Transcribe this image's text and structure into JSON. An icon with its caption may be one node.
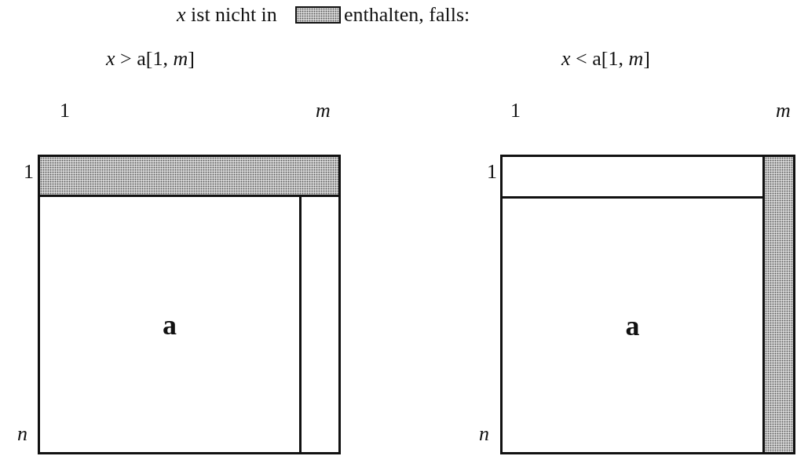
{
  "diagram": {
    "nodes": [
      {
        "text": [],
        "shape": "box"
      },
      {
        "text": [],
        "shape": "bar",
        "in": 0
      },
      {
        "text": [
          "a"
        ],
        "in": 0
      },
      {
        "text": [],
        "shape": "bar",
        "in": 0
      },
      {
        "text": [],
        "shape": "box"
      },
      {
        "text": [],
        "shape": "bar",
        "in": 4
      },
      {
        "text": [
          "a"
        ],
        "in": 4
      },
      {
        "text": [],
        "shape": "bar",
        "in": 4
      }
    ],
    "edges": [],
    "labels": [
      "*x* ist nicht in",
      "enthalten, falls:",
      "*x* > a[1, *m*]",
      "*x* < a[1, *m*]",
      "1",
      "m",
      "1",
      "m",
      "1",
      "1",
      "n",
      "n"
    ]
  }
}
